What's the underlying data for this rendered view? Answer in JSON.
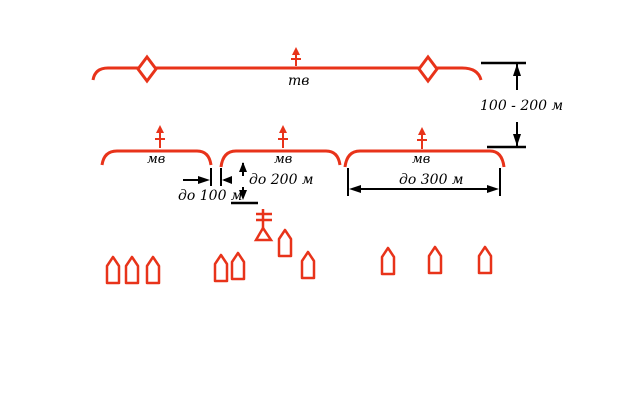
{
  "colors": {
    "formation": "#e8331a",
    "dimension": "#000000",
    "background": "#ffffff"
  },
  "labels": {
    "main_line": "тв",
    "left_group": "мв",
    "center_group": "мв",
    "right_group": "мв",
    "depth_range": "100 - 200 м",
    "interval_small": "до 100 м",
    "interval_mid": "до 200 м",
    "front_width": "до 300 м"
  },
  "icons": {
    "flank_marker": "diamond-icon",
    "unit_marker": "arrow-cross-icon",
    "command_post": "command-post-icon",
    "vehicle": "boat-icon"
  }
}
